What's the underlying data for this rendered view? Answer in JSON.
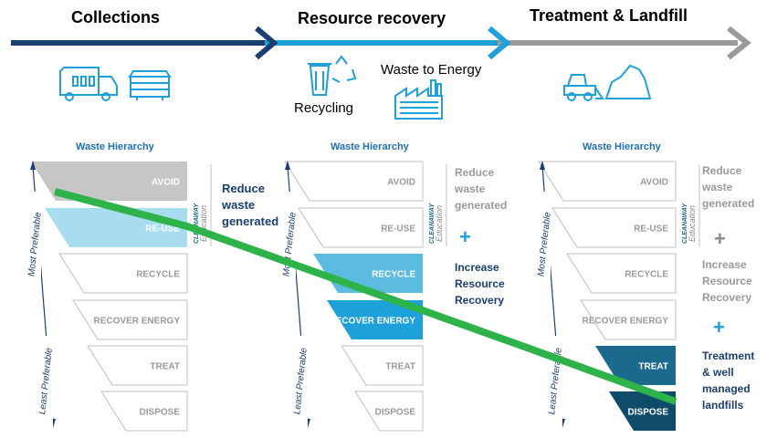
{
  "stages": [
    {
      "label": "Collections",
      "color": "#1b3f73"
    },
    {
      "label": "Resource recovery",
      "color": "#1ea0d8"
    },
    {
      "label": "Treatment & Landfill",
      "color": "#9a9a9a"
    }
  ],
  "icons": {
    "collections": [
      "garbage-truck-icon",
      "dumpster-icon"
    ],
    "resource_recovery": [
      "recycling-bin-icon",
      "waste-to-energy-factory-icon"
    ],
    "landfill": [
      "bulldozer-landfill-icon"
    ]
  },
  "icon_labels": {
    "recycling": "Recycling",
    "waste_to_energy": "Waste to Energy"
  },
  "hierarchy_title": "Waste Hierarchy",
  "axis_labels": {
    "most": "Most Preferable",
    "least": "Least Preferable"
  },
  "levels": [
    "AVOID",
    "RE-USE",
    "RECYCLE",
    "RECOVER ENERGY",
    "TREAT",
    "DISPOSE"
  ],
  "brand": {
    "name": "CLEANAWAY",
    "sub": "Education"
  },
  "panels": [
    {
      "highlight": {
        "AVOID": "#c6c6c6",
        "RE-USE": "#a8dcef"
      },
      "side_text": [
        "Reduce",
        "waste",
        "generated"
      ],
      "side_color": "#1b3f73"
    },
    {
      "highlight": {
        "RECYCLE": "#5bbcdf",
        "RECOVER ENERGY": "#1ea0d8"
      },
      "side_groups": [
        {
          "lines": [
            "Reduce",
            "waste",
            "generated"
          ],
          "color": "#9a9a9a"
        },
        {
          "plus": "+",
          "color": "#1ea0d8"
        },
        {
          "lines": [
            "Increase",
            "Resource",
            "Recovery"
          ],
          "color": "#1b3f73"
        }
      ]
    },
    {
      "highlight": {
        "TREAT": "#1b6a8d",
        "DISPOSE": "#0f4c6b"
      },
      "side_groups": [
        {
          "lines": [
            "Reduce",
            "waste",
            "generated"
          ],
          "color": "#9a9a9a"
        },
        {
          "plus": "+",
          "color": "#8a8a8a"
        },
        {
          "lines": [
            "Increase",
            "Resource",
            "Recovery"
          ],
          "color": "#9a9a9a"
        },
        {
          "plus": "+",
          "color": "#1ea0d8"
        },
        {
          "lines": [
            "Treatment",
            "& well",
            "managed",
            "landfills"
          ],
          "color": "#1b3f73"
        }
      ]
    }
  ],
  "colors": {
    "connector": "#2db34a",
    "level_text": "#9a9a9a",
    "level_text_active": "#ffffff",
    "row_border": "#bfbfbf"
  }
}
